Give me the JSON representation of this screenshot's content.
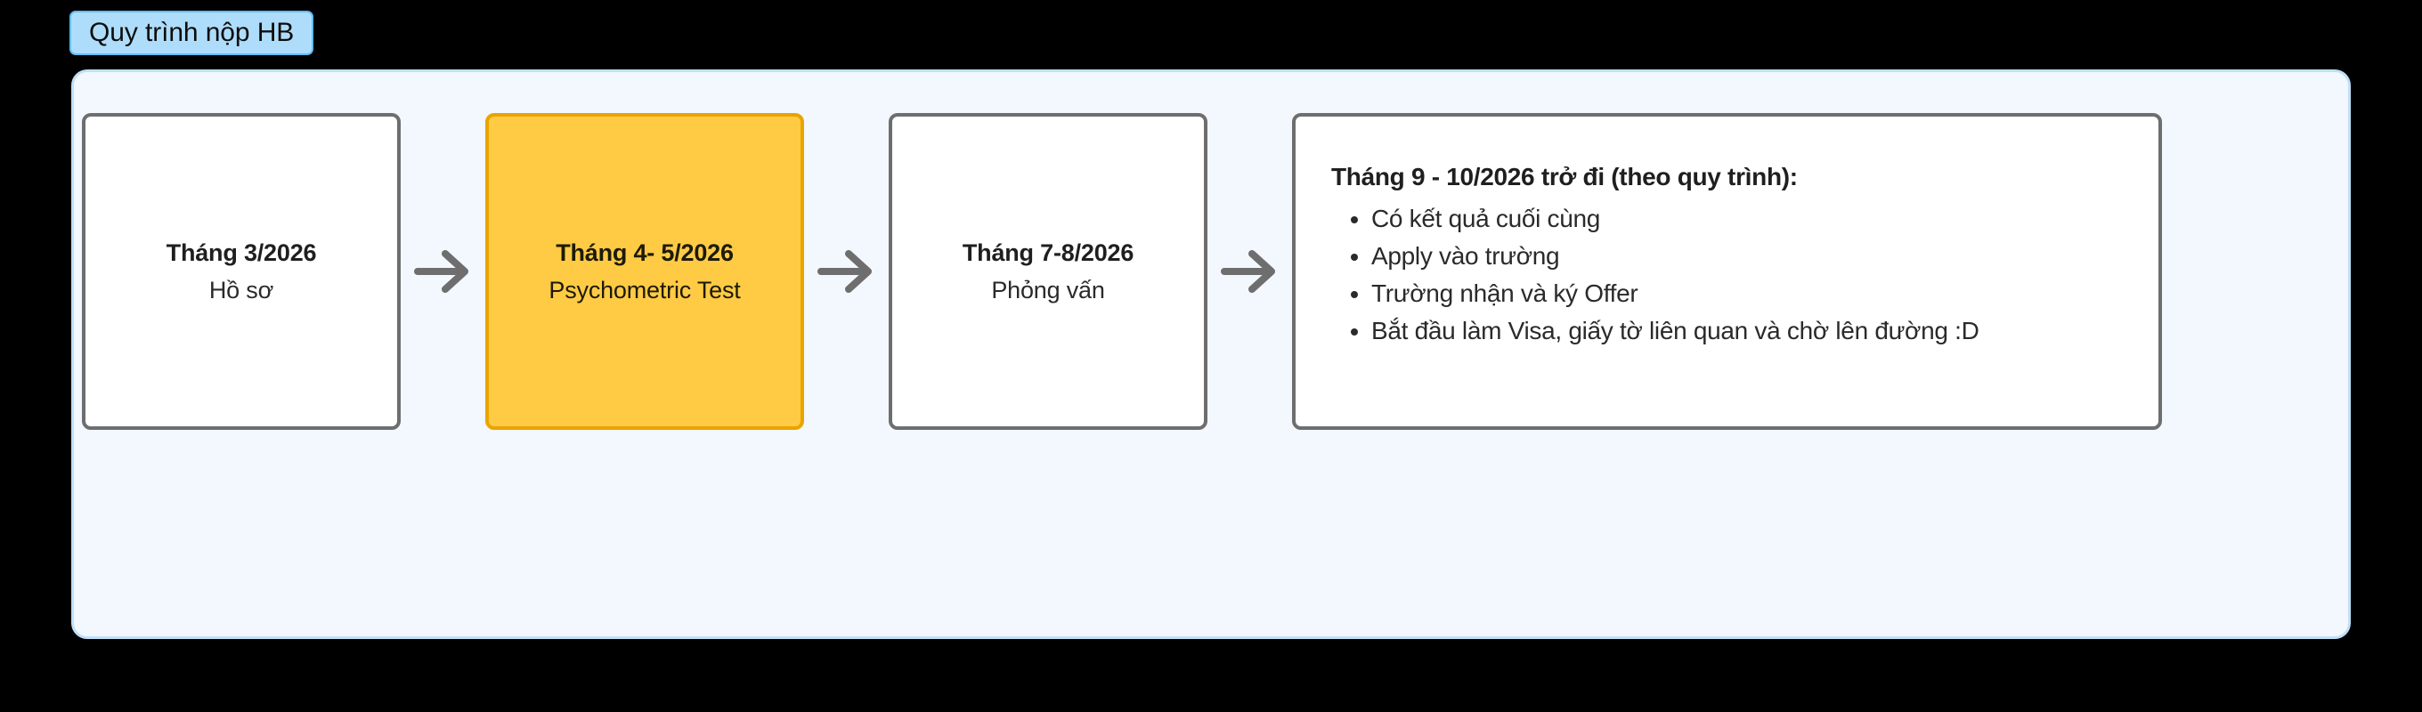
{
  "badge": {
    "label": "Quy trình nộp HB"
  },
  "colors": {
    "panel_background": "#F2F8FE",
    "panel_border": "#BFE0F7",
    "badge_background": "#AEDDFB",
    "badge_border": "#63BCF5",
    "box_border": "#6E6E6E",
    "highlight_fill": "#FFCB45",
    "highlight_border": "#E9A400",
    "arrow": "#6E6E6E",
    "canvas": "#000000"
  },
  "flow": {
    "steps": [
      {
        "title": "Tháng 3/2026",
        "subtitle": "Hồ sơ",
        "highlight": false
      },
      {
        "title": "Tháng 4- 5/2026",
        "subtitle": "Psychometric Test",
        "highlight": true
      },
      {
        "title": "Tháng 7-8/2026",
        "subtitle": "Phỏng vấn",
        "highlight": false
      }
    ],
    "arrows": [
      {
        "name": "arrow-step1-step2"
      },
      {
        "name": "arrow-step2-step3"
      },
      {
        "name": "arrow-step3-detail"
      }
    ],
    "detail": {
      "heading": "Tháng 9 - 10/2026 trở đi (theo quy trình):",
      "items": [
        "Có kết quả cuối cùng",
        "Apply vào trường",
        "Trường nhận và ký Offer",
        "Bắt đầu làm Visa, giấy tờ liên quan và chờ lên đường :D"
      ]
    }
  }
}
